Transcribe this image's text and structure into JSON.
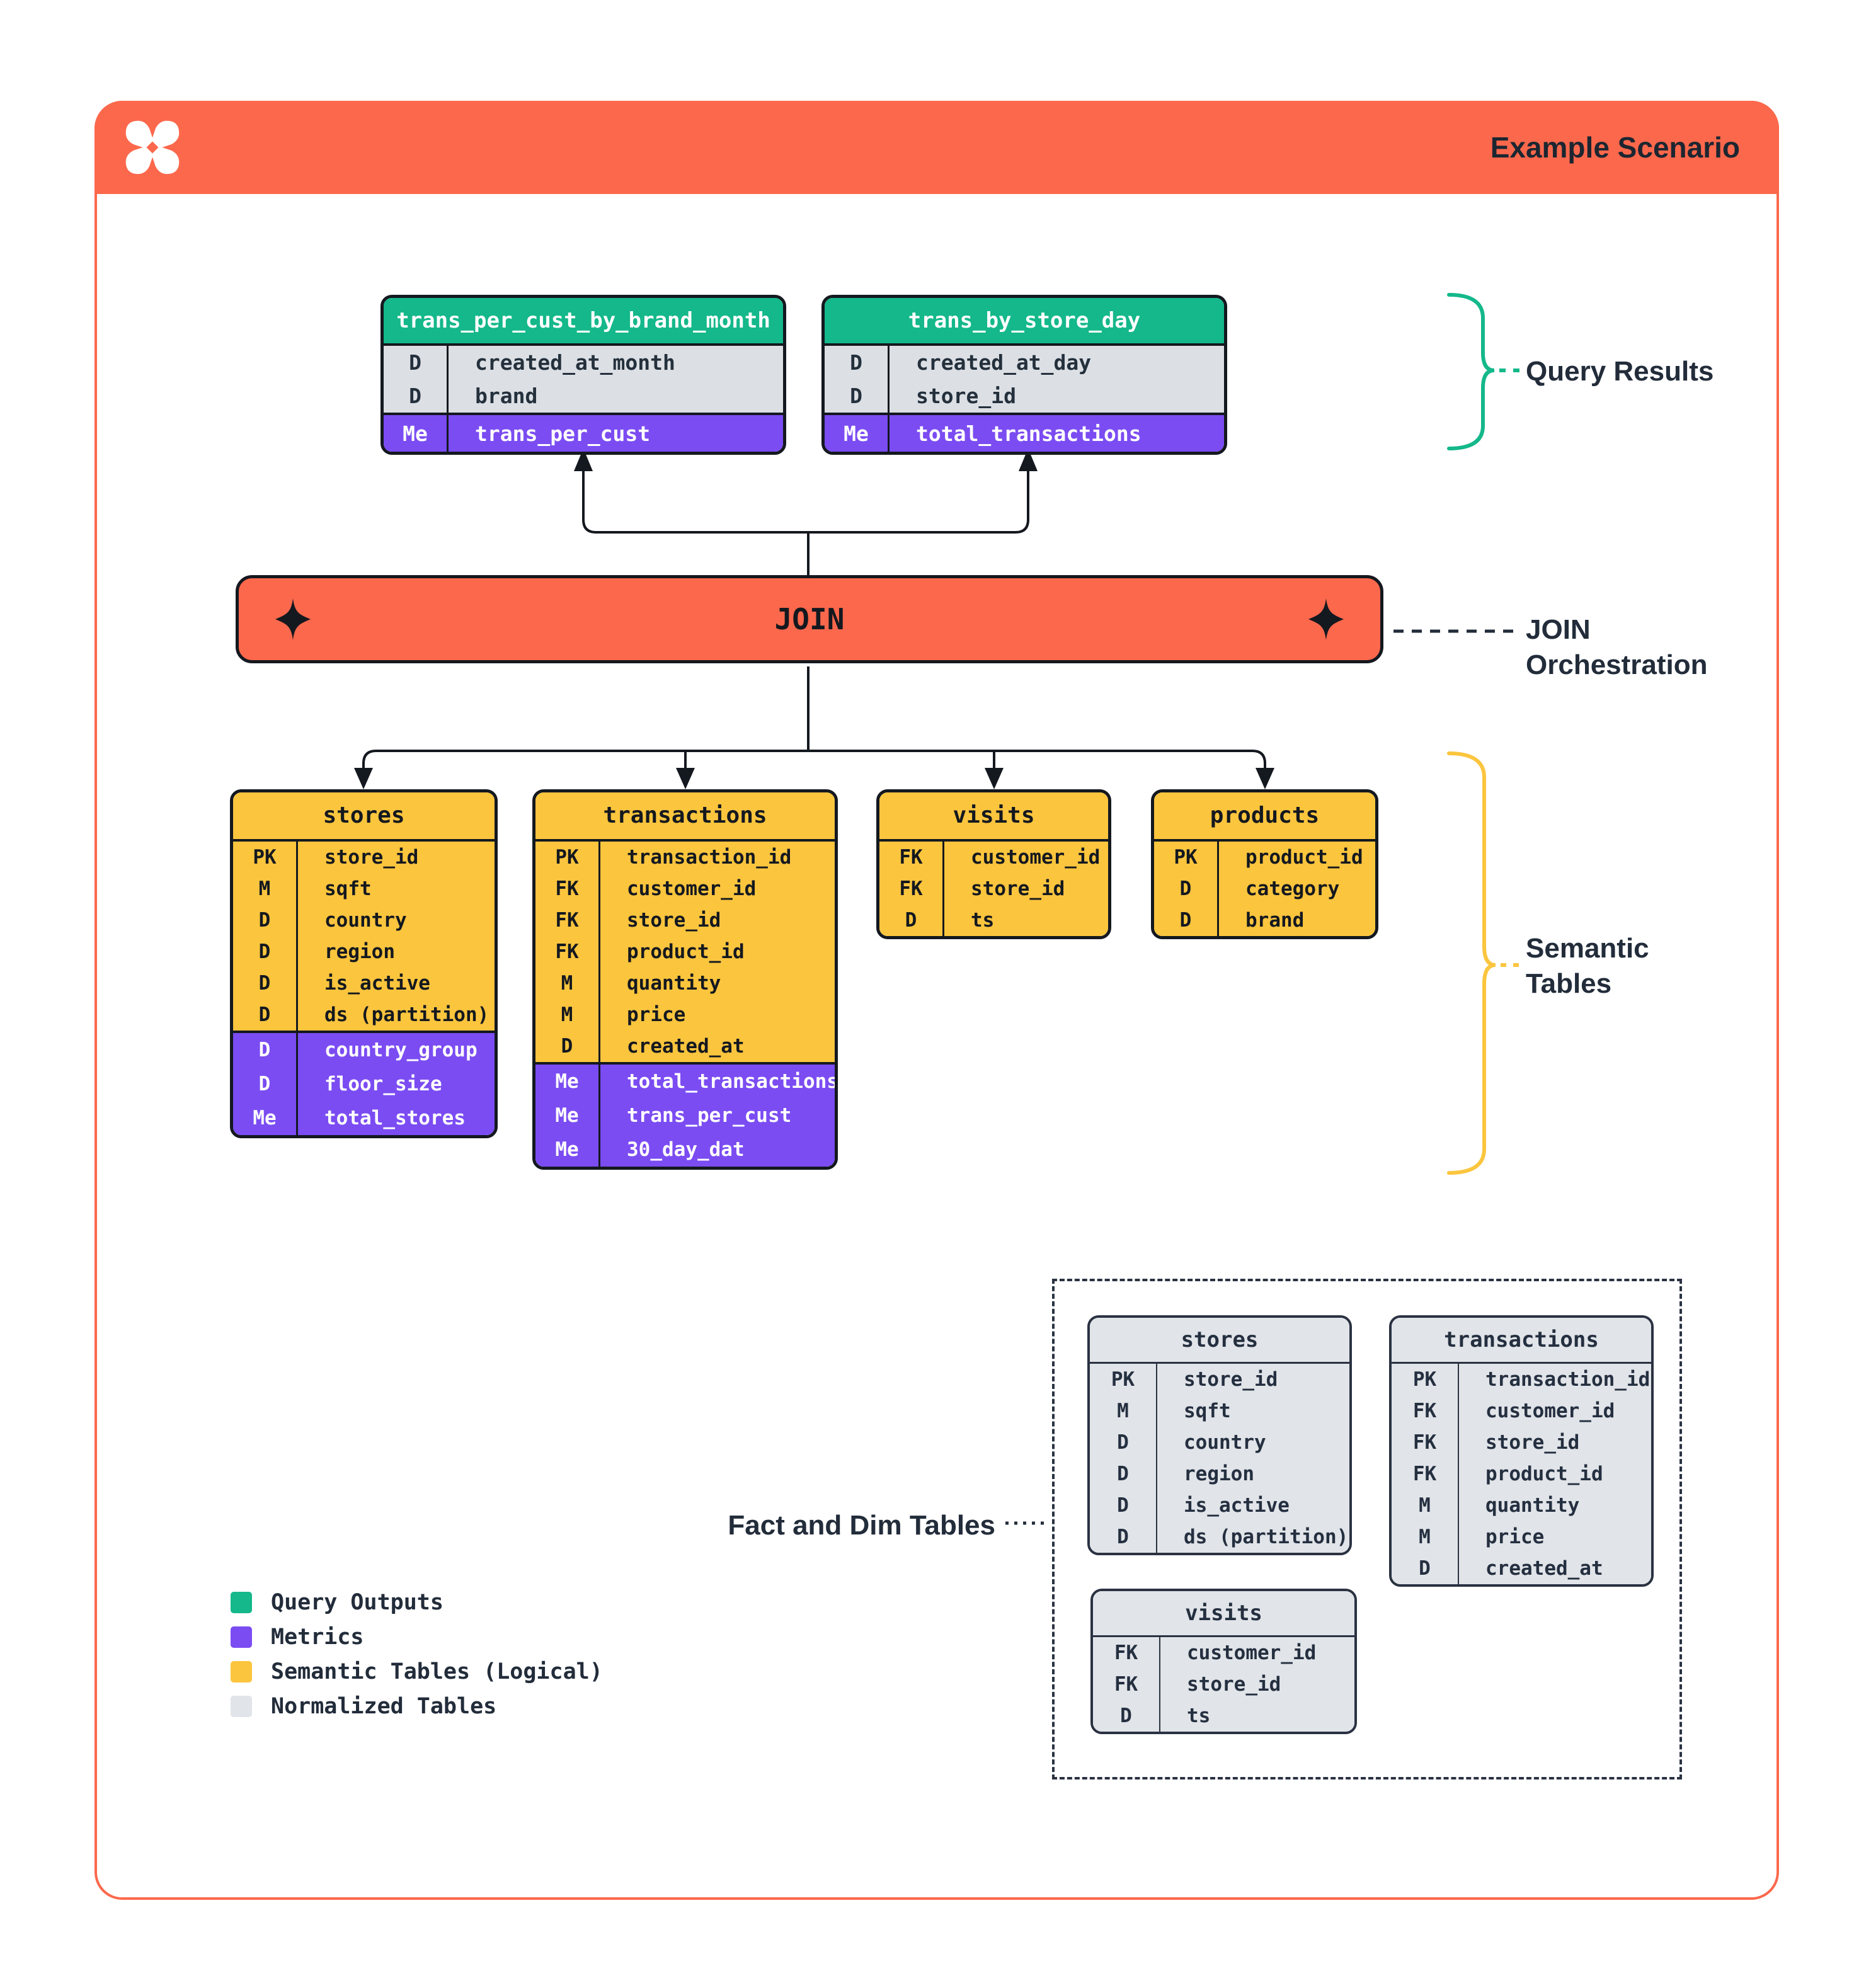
{
  "header": {
    "title": "Example Scenario"
  },
  "join": {
    "label": "JOIN"
  },
  "annotations": {
    "query_results": "Query Results",
    "join_orchestration": "JOIN Orchestration",
    "semantic_tables": "Semantic Tables",
    "fact_dim": "Fact and Dim Tables"
  },
  "icons": {
    "logo": "dbt-pinwheel-logo",
    "join_diamond": "four-point-star"
  },
  "tables": {
    "qr1": {
      "title": "trans_per_cust_by_brand_month",
      "rows": [
        {
          "k": "D",
          "f": "created_at_month"
        },
        {
          "k": "D",
          "f": "brand"
        }
      ],
      "metrics": [
        {
          "k": "Me",
          "f": "trans_per_cust"
        }
      ]
    },
    "qr2": {
      "title": "trans_by_store_day",
      "rows": [
        {
          "k": "D",
          "f": "created_at_day"
        },
        {
          "k": "D",
          "f": "store_id"
        }
      ],
      "metrics": [
        {
          "k": "Me",
          "f": "total_transactions"
        }
      ]
    },
    "s_stores": {
      "title": "stores",
      "rows": [
        {
          "k": "PK",
          "f": "store_id"
        },
        {
          "k": "M",
          "f": "sqft"
        },
        {
          "k": "D",
          "f": "country"
        },
        {
          "k": "D",
          "f": "region"
        },
        {
          "k": "D",
          "f": "is_active"
        },
        {
          "k": "D",
          "f": "ds (partition)"
        }
      ],
      "metrics": [
        {
          "k": "D",
          "f": "country_group"
        },
        {
          "k": "D",
          "f": "floor_size"
        },
        {
          "k": "Me",
          "f": "total_stores"
        }
      ]
    },
    "s_trans": {
      "title": "transactions",
      "rows": [
        {
          "k": "PK",
          "f": "transaction_id"
        },
        {
          "k": "FK",
          "f": "customer_id"
        },
        {
          "k": "FK",
          "f": "store_id"
        },
        {
          "k": "FK",
          "f": "product_id"
        },
        {
          "k": "M",
          "f": "quantity"
        },
        {
          "k": "M",
          "f": "price"
        },
        {
          "k": "D",
          "f": "created_at"
        }
      ],
      "metrics": [
        {
          "k": "Me",
          "f": "total_transactions"
        },
        {
          "k": "Me",
          "f": "trans_per_cust"
        },
        {
          "k": "Me",
          "f": "30_day_dat"
        }
      ]
    },
    "s_visits": {
      "title": "visits",
      "rows": [
        {
          "k": "FK",
          "f": "customer_id"
        },
        {
          "k": "FK",
          "f": "store_id"
        },
        {
          "k": "D",
          "f": "ts"
        }
      ],
      "metrics": []
    },
    "s_products": {
      "title": "products",
      "rows": [
        {
          "k": "PK",
          "f": "product_id"
        },
        {
          "k": "D",
          "f": "category"
        },
        {
          "k": "D",
          "f": "brand"
        }
      ],
      "metrics": []
    },
    "n_stores": {
      "title": "stores",
      "rows": [
        {
          "k": "PK",
          "f": "store_id"
        },
        {
          "k": "M",
          "f": "sqft"
        },
        {
          "k": "D",
          "f": "country"
        },
        {
          "k": "D",
          "f": "region"
        },
        {
          "k": "D",
          "f": "is_active"
        },
        {
          "k": "D",
          "f": "ds (partition)"
        }
      ]
    },
    "n_trans": {
      "title": "transactions",
      "rows": [
        {
          "k": "PK",
          "f": "transaction_id"
        },
        {
          "k": "FK",
          "f": "customer_id"
        },
        {
          "k": "FK",
          "f": "store_id"
        },
        {
          "k": "FK",
          "f": "product_id"
        },
        {
          "k": "M",
          "f": "quantity"
        },
        {
          "k": "M",
          "f": "price"
        },
        {
          "k": "D",
          "f": "created_at"
        }
      ]
    },
    "n_visits": {
      "title": "visits",
      "rows": [
        {
          "k": "FK",
          "f": "customer_id"
        },
        {
          "k": "FK",
          "f": "store_id"
        },
        {
          "k": "D",
          "f": "ts"
        }
      ]
    }
  },
  "legend": {
    "items": [
      {
        "label": "Query Outputs",
        "color": "#14B88A"
      },
      {
        "label": "Metrics",
        "color": "#7B4CF2"
      },
      {
        "label": "Semantic Tables (Logical)",
        "color": "#FBC53E"
      },
      {
        "label": "Normalized Tables",
        "color": "#E1E4E8"
      }
    ]
  },
  "colors": {
    "orange": "#FC684C",
    "green": "#14B88A",
    "purple": "#7B4CF2",
    "yellow": "#FBC53E",
    "gray": "#E1E4E8",
    "ink": "#222C3A"
  }
}
